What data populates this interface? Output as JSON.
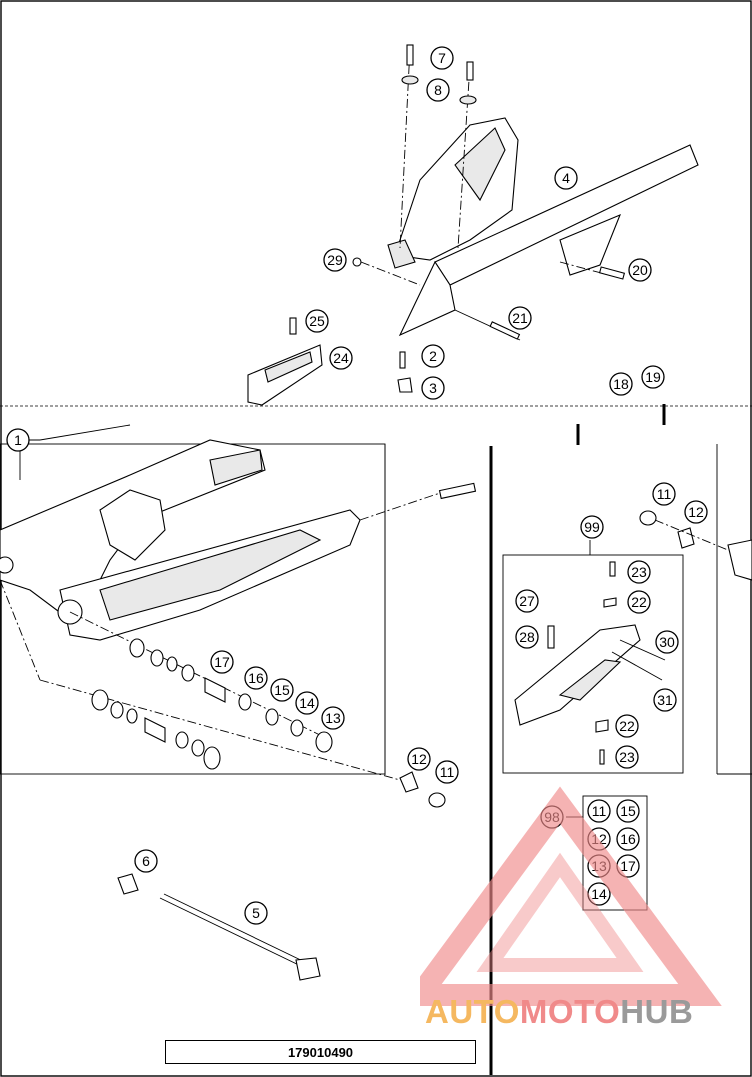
{
  "document_number": "179010490",
  "watermark": {
    "part1": "AUTO",
    "part2": "MOTO",
    "part3": "HUB"
  },
  "callouts": {
    "c1": "1",
    "c2": "2",
    "c3": "3",
    "c4": "4",
    "c5": "5",
    "c6": "6",
    "c7": "7",
    "c8": "8",
    "c11a": "11",
    "c11b": "11",
    "c11c": "11",
    "c12a": "12",
    "c12b": "12",
    "c12c": "12",
    "c13a": "13",
    "c13b": "13",
    "c14a": "14",
    "c14b": "14",
    "c15a": "15",
    "c15b": "15",
    "c16a": "16",
    "c16b": "16",
    "c17a": "17",
    "c17b": "17",
    "c18": "18",
    "c19": "19",
    "c20": "20",
    "c21": "21",
    "c22a": "22",
    "c22b": "22",
    "c23a": "23",
    "c23b": "23",
    "c24": "24",
    "c25": "25",
    "c27": "27",
    "c28": "28",
    "c29": "29",
    "c30": "30",
    "c31": "31",
    "c98": "98",
    "c99": "99"
  },
  "colors": {
    "watermark_orange": "#f5b860",
    "watermark_red": "#f08a8a",
    "watermark_gray": "#9a9a9a"
  }
}
